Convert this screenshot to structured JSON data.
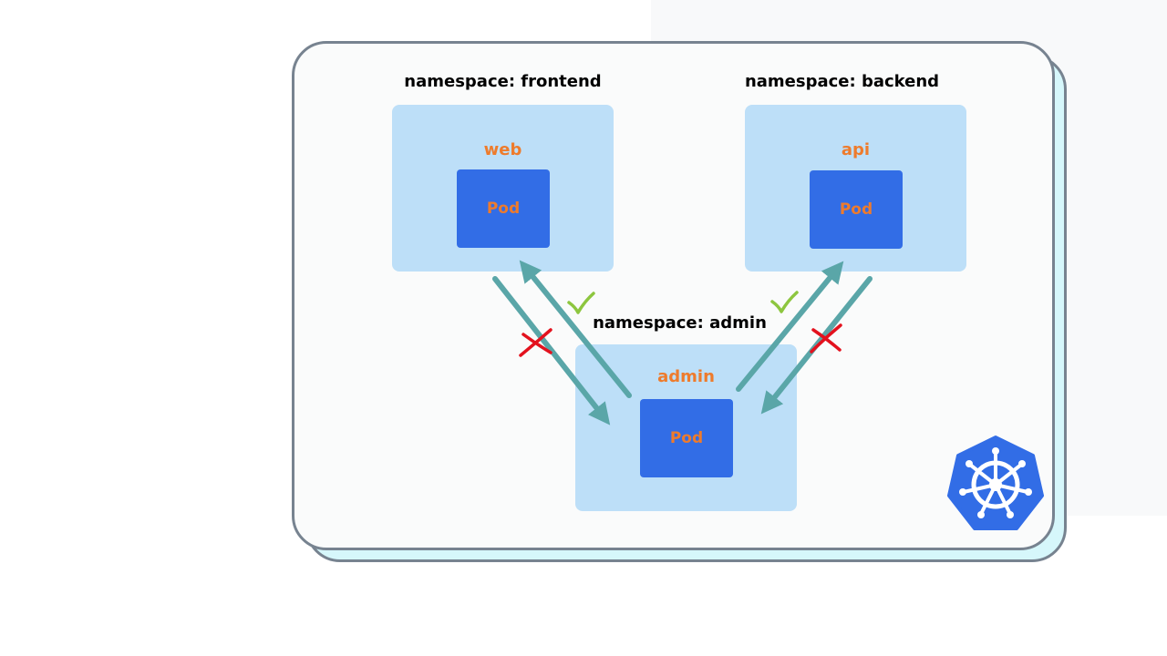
{
  "namespaces": {
    "frontend": {
      "label": "namespace: frontend",
      "app": "web",
      "pod": "Pod"
    },
    "backend": {
      "label": "namespace: backend",
      "app": "api",
      "pod": "Pod"
    },
    "admin": {
      "label": "namespace: admin",
      "app": "admin",
      "pod": "Pod"
    }
  },
  "connections": [
    {
      "from": "web",
      "to": "admin",
      "allowed": false
    },
    {
      "from": "admin",
      "to": "web",
      "allowed": true
    },
    {
      "from": "admin",
      "to": "api",
      "allowed": true
    },
    {
      "from": "api",
      "to": "admin",
      "allowed": false
    }
  ],
  "colors": {
    "arrow": "#5aa6a8",
    "allowed": "#8dc63f",
    "denied": "#e3121e",
    "namespace_box": "#bddff8",
    "pod": "#326de6",
    "label": "#ee7b2c",
    "kubernetes": "#326de6"
  },
  "icons": {
    "logo": "kubernetes-logo-icon",
    "allowed": "check-icon",
    "denied": "cross-icon"
  }
}
